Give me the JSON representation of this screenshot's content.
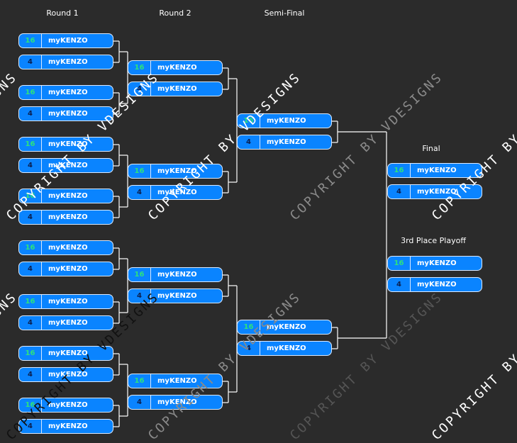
{
  "labels": {
    "round1": "Round 1",
    "round2": "Round 2",
    "semi": "Semi-Final",
    "final": "Final",
    "third": "3rd Place Playoff"
  },
  "watermark": "COPYRIGHT BY VDESIGNS",
  "colors": {
    "box": "#0a84ff",
    "seed_high": "#2de27c",
    "seed_low": "#0b1f4f",
    "line": "#ffffff"
  },
  "rounds": {
    "round1": [
      {
        "seed": "16",
        "name": "myKENZO"
      },
      {
        "seed": "4",
        "name": "myKENZO"
      },
      {
        "seed": "16",
        "name": "myKENZO"
      },
      {
        "seed": "4",
        "name": "myKENZO"
      },
      {
        "seed": "16",
        "name": "myKENZO"
      },
      {
        "seed": "4",
        "name": "myKENZO"
      },
      {
        "seed": "16",
        "name": "myKENZO"
      },
      {
        "seed": "4",
        "name": "myKENZO"
      },
      {
        "seed": "16",
        "name": "myKENZO"
      },
      {
        "seed": "4",
        "name": "myKENZO"
      },
      {
        "seed": "16",
        "name": "myKENZO"
      },
      {
        "seed": "4",
        "name": "myKENZO"
      },
      {
        "seed": "16",
        "name": "myKENZO"
      },
      {
        "seed": "4",
        "name": "myKENZO"
      },
      {
        "seed": "16",
        "name": "myKENZO"
      },
      {
        "seed": "4",
        "name": "myKENZO"
      }
    ],
    "round2": [
      {
        "seed": "16",
        "name": "myKENZO"
      },
      {
        "seed": "4",
        "name": "myKENZO"
      },
      {
        "seed": "16",
        "name": "myKENZO"
      },
      {
        "seed": "4",
        "name": "myKENZO"
      },
      {
        "seed": "16",
        "name": "myKENZO"
      },
      {
        "seed": "4",
        "name": "myKENZO"
      },
      {
        "seed": "16",
        "name": "myKENZO"
      },
      {
        "seed": "4",
        "name": "myKENZO"
      }
    ],
    "semi": [
      {
        "seed": "16",
        "name": "myKENZO"
      },
      {
        "seed": "4",
        "name": "myKENZO"
      },
      {
        "seed": "16",
        "name": "myKENZO"
      },
      {
        "seed": "4",
        "name": "myKENZO"
      }
    ],
    "final": [
      {
        "seed": "16",
        "name": "myKENZO"
      },
      {
        "seed": "4",
        "name": "myKENZO"
      }
    ],
    "third": [
      {
        "seed": "16",
        "name": "myKENZO"
      },
      {
        "seed": "4",
        "name": "myKENZO"
      }
    ]
  }
}
